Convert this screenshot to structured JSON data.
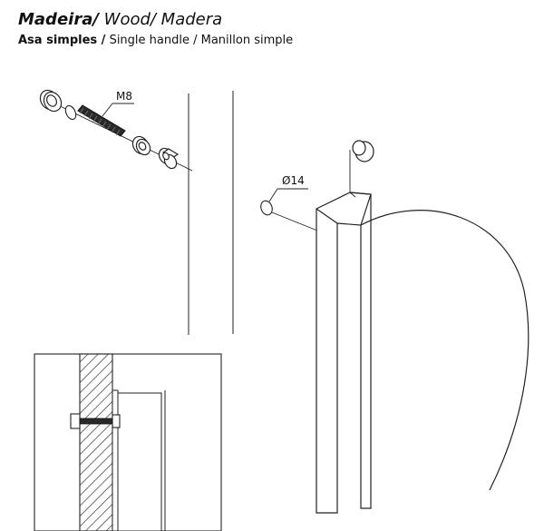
{
  "header": {
    "title_primary": "Madeira/",
    "title_secondary": " Wood/ Madera",
    "subtitle_primary": "Asa  simples /",
    "subtitle_secondary": " Single handle / Manillon simple"
  },
  "labels": {
    "bolt": "M8",
    "diameter": "Ø14"
  }
}
